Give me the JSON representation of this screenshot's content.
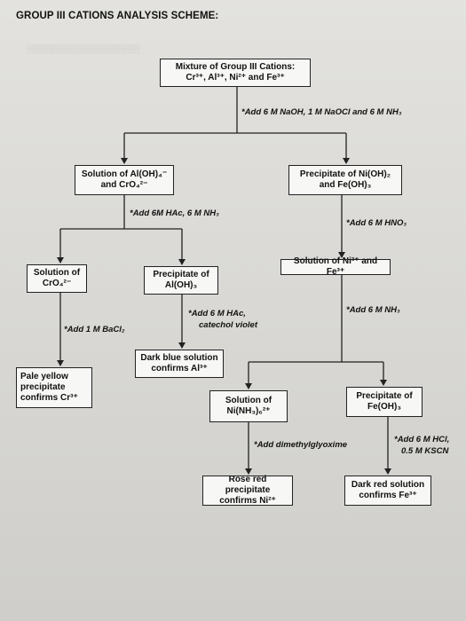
{
  "title": "GROUP III CATIONS ANALYSIS SCHEME:",
  "nodes": {
    "mixture": {
      "line1": "Mixture of Group III Cations:",
      "line2": "Cr³⁺, Al³⁺, Ni²⁺ and Fe³⁺"
    },
    "sol_al_cro4": {
      "line1": "Solution of Al(OH)₄⁻",
      "line2": "and CrO₄²⁻"
    },
    "ppt_ni_fe": {
      "line1": "Precipitate of Ni(OH)₂",
      "line2": "and Fe(OH)₃"
    },
    "sol_cro4": {
      "line1": "Solution of",
      "line2": "CrO₄²⁻"
    },
    "ppt_al": {
      "line1": "Precipitate of",
      "line2": "Al(OH)₃"
    },
    "sol_ni_fe": {
      "line1": "Solution of Ni²⁺ and Fe³⁺"
    },
    "dark_blue": {
      "line1": "Dark blue solution",
      "line2": "confirms Al³⁺"
    },
    "pale_yellow": {
      "line1": "Pale yellow",
      "line2": "precipitate",
      "line3": "confirms Cr³⁺"
    },
    "sol_ni_nh3": {
      "line1": "Solution of",
      "line2": "Ni(NH₃)₆²⁺"
    },
    "ppt_fe": {
      "line1": "Precipitate of",
      "line2": "Fe(OH)₃"
    },
    "rose_red": {
      "line1": "Rose red precipitate",
      "line2": "confirms Ni²⁺"
    },
    "dark_red": {
      "line1": "Dark red solution",
      "line2": "confirms Fe³⁺"
    }
  },
  "reagents": {
    "r1": "*Add 6 M NaOH, 1 M NaOCl and 6 M NH₃",
    "r2": "*Add 6M HAc, 6 M NH₃",
    "r3": "*Add 6 M HNO₃",
    "r4": "*Add 1 M BaCl₂",
    "r5a": "*Add 6 M HAc,",
    "r5b": "catechol violet",
    "r6": "*Add 6 M NH₃",
    "r7": "*Add dimethylglyoxime",
    "r8a": "*Add 6 M HCl,",
    "r8b": "0.5 M KSCN"
  }
}
